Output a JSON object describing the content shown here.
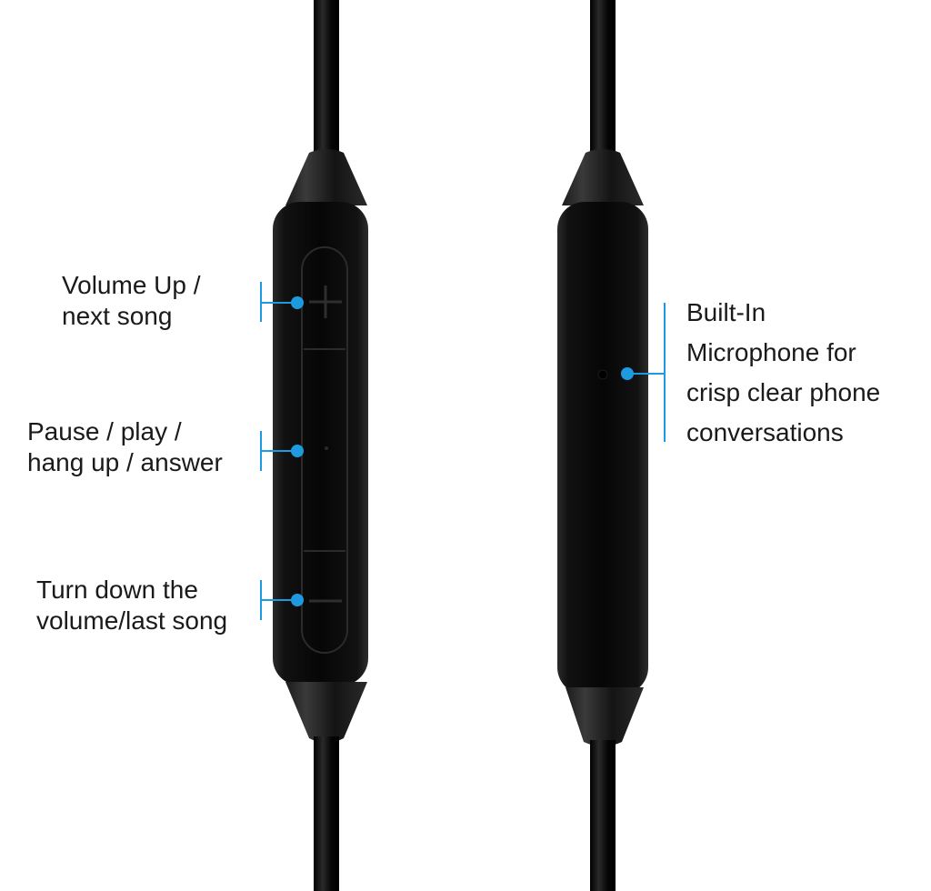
{
  "annotations": [
    {
      "id": "volume-up",
      "lines": [
        "Volume Up /",
        "next song"
      ]
    },
    {
      "id": "pause-play",
      "lines": [
        "Pause / play /",
        "hang up / answer"
      ]
    },
    {
      "id": "volume-down",
      "lines": [
        "Turn down the",
        "volume/last song"
      ]
    },
    {
      "id": "microphone",
      "lines": [
        "Built-In",
        "Microphone for",
        "crisp clear phone",
        "conversations"
      ]
    }
  ],
  "colors": {
    "accent": "#1e9be0",
    "remote_body": "#0c0c0c",
    "cable": "#070707",
    "text": "#1a1a1a"
  }
}
